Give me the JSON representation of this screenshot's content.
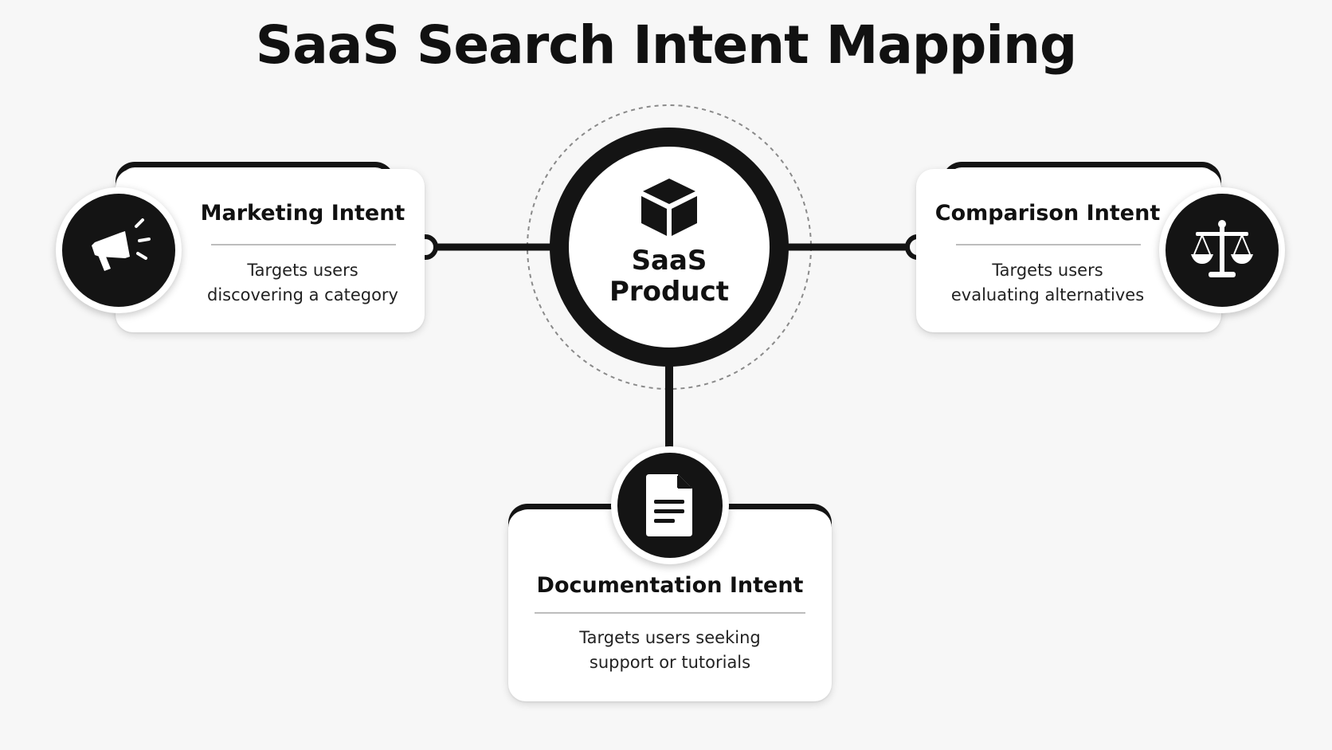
{
  "title": "SaaS Search Intent Mapping",
  "hub": {
    "label_line1": "SaaS",
    "label_line2": "Product",
    "icon": "box-icon"
  },
  "cards": {
    "marketing": {
      "title": "Marketing Intent",
      "desc_line1": "Targets users",
      "desc_line2": "discovering a category",
      "icon": "megaphone-icon"
    },
    "comparison": {
      "title": "Comparison Intent",
      "desc_line1": "Targets users",
      "desc_line2": "evaluating alternatives",
      "icon": "scales-icon"
    },
    "documentation": {
      "title": "Documentation Intent",
      "desc_line1": "Targets users seeking",
      "desc_line2": "support or tutorials",
      "icon": "document-icon"
    }
  },
  "colors": {
    "ink": "#141414",
    "background": "#f7f7f7",
    "card": "#ffffff"
  }
}
